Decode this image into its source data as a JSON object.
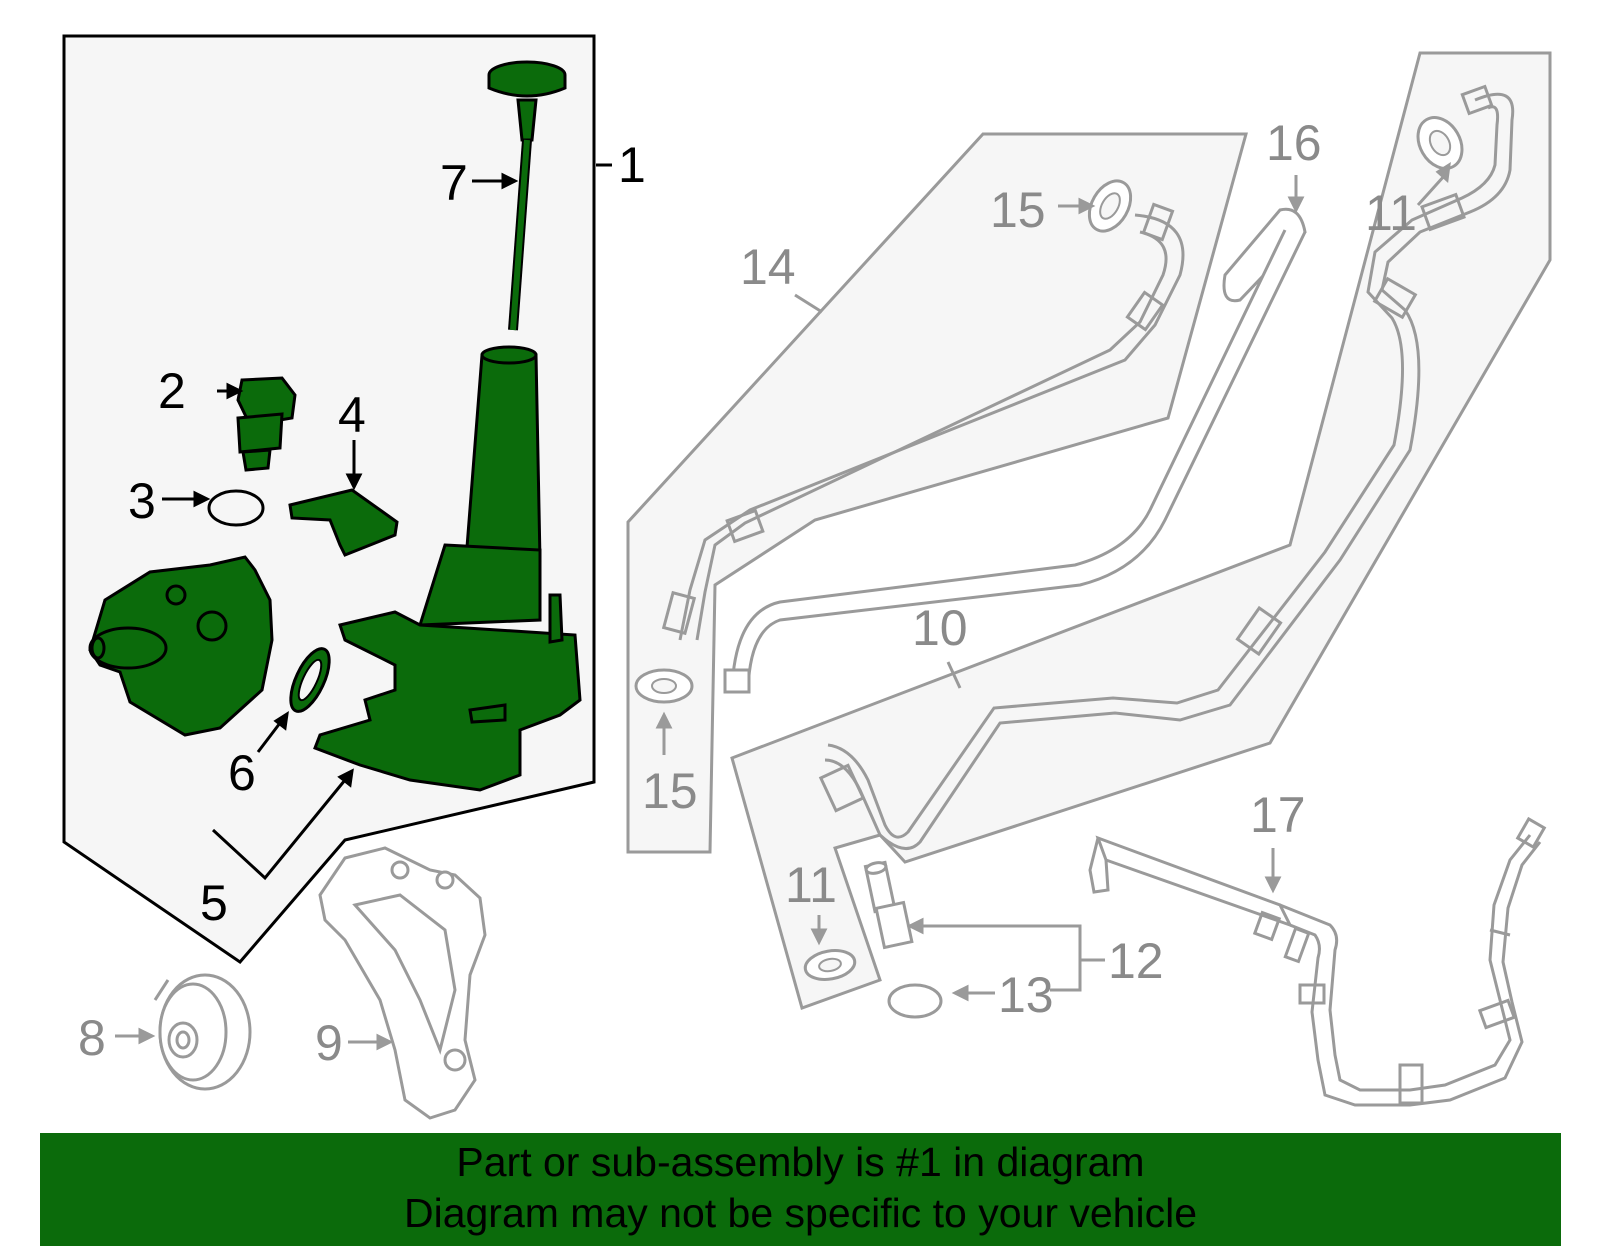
{
  "colors": {
    "highlight_part": "#0b6b0b",
    "banner_bg": "#0b6b0b",
    "faded_part": "#9a9a9a",
    "group_panel": "#f6f6f6",
    "callout_active": "#000000",
    "callout_inactive": "#8a8a8a"
  },
  "callouts": {
    "c1": "1",
    "c2": "2",
    "c3": "3",
    "c4": "4",
    "c5": "5",
    "c6": "6",
    "c7": "7",
    "c8": "8",
    "c9": "9",
    "c10": "10",
    "c11a": "11",
    "c11b": "11",
    "c12": "12",
    "c13": "13",
    "c14": "14",
    "c15a": "15",
    "c15b": "15",
    "c16": "16",
    "c17": "17"
  },
  "banner": {
    "line1": "Part or sub-assembly is #1 in diagram",
    "line2": "Diagram may not be specific to your vehicle"
  }
}
